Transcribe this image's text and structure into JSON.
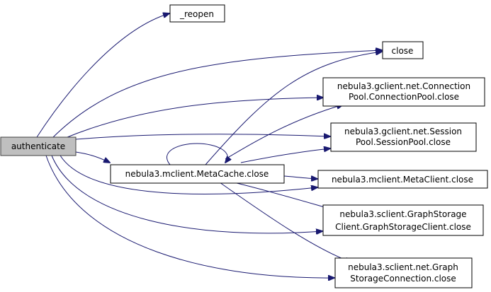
{
  "nodes": {
    "authenticate": {
      "lines": [
        "authenticate"
      ]
    },
    "reopen": {
      "lines": [
        "_reopen"
      ]
    },
    "close": {
      "lines": [
        "close"
      ]
    },
    "metacache_close": {
      "lines": [
        "nebula3.mclient.MetaCache.close"
      ]
    },
    "connection_pool_close": {
      "lines": [
        "nebula3.gclient.net.Connection",
        "Pool.ConnectionPool.close"
      ]
    },
    "session_pool_close": {
      "lines": [
        "nebula3.gclient.net.Session",
        "Pool.SessionPool.close"
      ]
    },
    "metaclient_close": {
      "lines": [
        "nebula3.mclient.MetaClient.close"
      ]
    },
    "graphstorage_client_close": {
      "lines": [
        "nebula3.sclient.GraphStorage",
        "Client.GraphStorageClient.close"
      ]
    },
    "graphstorage_connection_close": {
      "lines": [
        "nebula3.sclient.net.Graph",
        "StorageConnection.close"
      ]
    }
  },
  "colors": {
    "edge": "#191970",
    "root_fill": "#bfbfbf"
  }
}
